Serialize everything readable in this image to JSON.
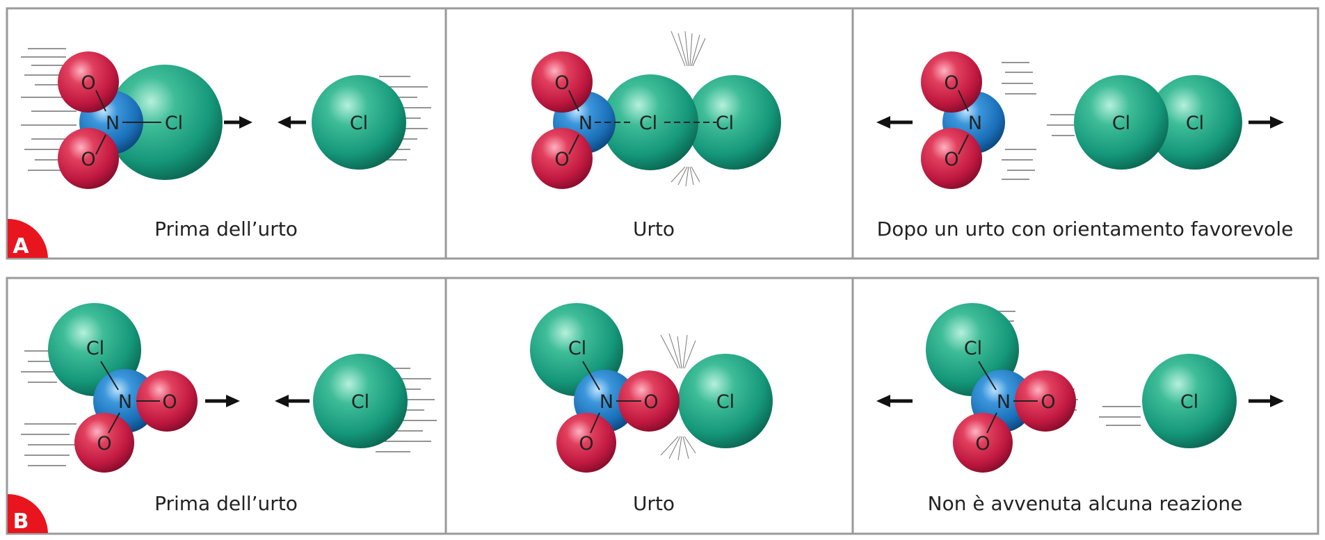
{
  "colors": {
    "oxygen": "#d0204a",
    "nitrogen": "#1f7fc8",
    "chlorine": "#1aa682",
    "badge": "#e8141e",
    "frame": "#9a9a9a"
  },
  "rows": [
    {
      "badge": "A",
      "panels": [
        {
          "caption": "Prima dell’urto"
        },
        {
          "caption": "Urto"
        },
        {
          "caption": "Dopo un urto con orientamento favorevole"
        }
      ]
    },
    {
      "badge": "B",
      "panels": [
        {
          "caption": "Prima dell’urto"
        },
        {
          "caption": "Urto"
        },
        {
          "caption": "Non è avvenuta alcuna reazione"
        }
      ]
    }
  ],
  "atoms": {
    "oxygen": "O",
    "nitrogen": "N",
    "chlorine": "Cl"
  }
}
